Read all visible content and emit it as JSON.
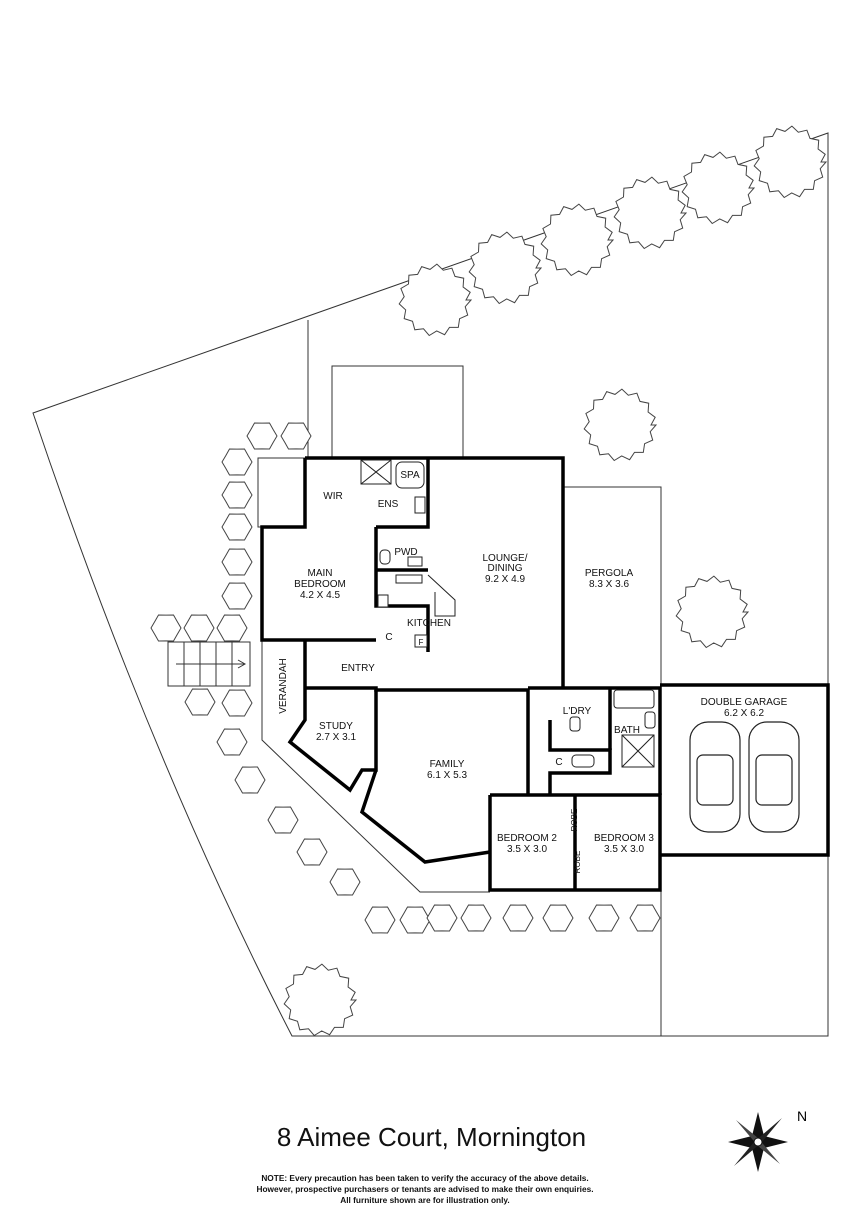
{
  "address": "8 Aimee Court, Mornington",
  "note": [
    "NOTE: Every precaution has been taken to verify the accuracy of the above details.",
    "However, prospective purchasers or tenants are advised to make their own enquiries.",
    "All furniture shown are for illustration only."
  ],
  "compass": {
    "label": "N",
    "icon": "compass-rose-icon"
  },
  "rooms": {
    "wir": {
      "name": "WIR"
    },
    "ens": {
      "name": "ENS"
    },
    "spa": {
      "name": "SPA"
    },
    "pwd": {
      "name": "PWD"
    },
    "main_bedroom": {
      "name1": "MAIN",
      "name2": "BEDROOM",
      "size": "4.2 X 4.5"
    },
    "kitchen": {
      "name": "KITCHEN"
    },
    "kitchen_c": {
      "name": "C"
    },
    "fridge": {
      "name": "F"
    },
    "lounge": {
      "name1": "LOUNGE/",
      "name2": "DINING",
      "size": "9.2 X 4.9"
    },
    "pergola": {
      "name": "PERGOLA",
      "size": "8.3 X 3.6"
    },
    "entry": {
      "name": "ENTRY"
    },
    "verandah": {
      "name": "VERANDAH"
    },
    "study": {
      "name": "STUDY",
      "size": "2.7 X 3.1"
    },
    "family": {
      "name": "FAMILY",
      "size": "6.1 X 5.3"
    },
    "laundry": {
      "name": "L'DRY"
    },
    "bath": {
      "name": "BATH"
    },
    "laundry_c": {
      "name": "C"
    },
    "bedroom2": {
      "name": "BEDROOM 2",
      "size": "3.5 X 3.0"
    },
    "bedroom3": {
      "name": "BEDROOM 3",
      "size": "3.5 X 3.0"
    },
    "robe1": {
      "name": "ROBE"
    },
    "robe2": {
      "name": "ROBE"
    },
    "garage": {
      "name": "DOUBLE GARAGE",
      "size": "6.2 X 6.2"
    }
  }
}
